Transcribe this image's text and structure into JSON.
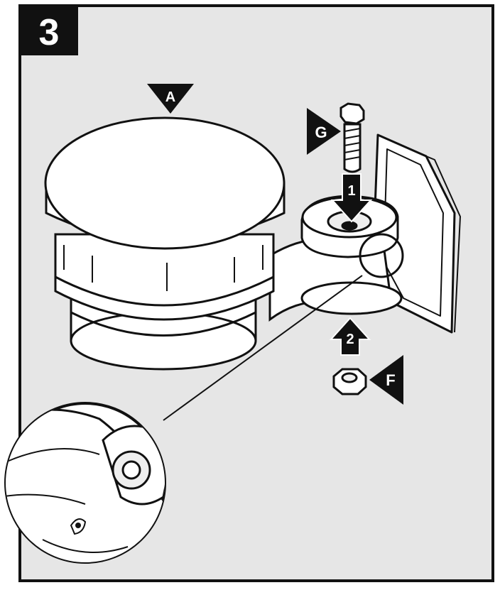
{
  "step": {
    "number": "3"
  },
  "parts": {
    "a": "A",
    "g": "G",
    "f": "F"
  },
  "arrows": {
    "first": "1",
    "second": "2"
  },
  "colors": {
    "panel": "#e6e6e6",
    "ink": "#111111",
    "part": "#ffffff"
  }
}
